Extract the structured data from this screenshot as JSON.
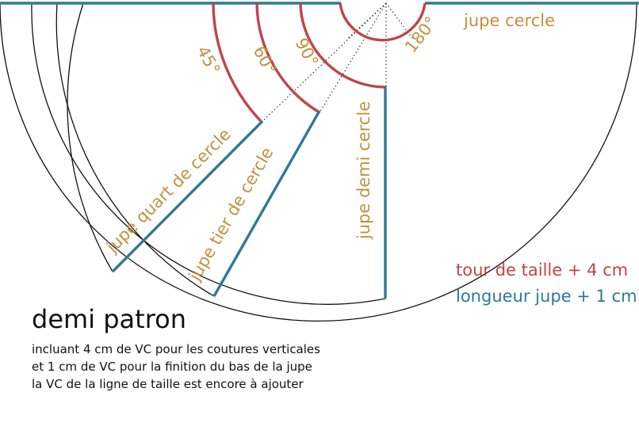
{
  "colors": {
    "waist": "#C0454A",
    "length": "#2E7A96",
    "label": "#C0913F",
    "outline": "#111111"
  },
  "labels": {
    "full_circle": "jupe cercle",
    "half_circle": "jupe demi cercle",
    "third_circle": "jupe tier de cercle",
    "quarter_circle": "jupe quart de cercle",
    "angle_180": "180°",
    "angle_90": "90°",
    "angle_60": "60°",
    "angle_45": "45°"
  },
  "legend": {
    "waist": "tour de taille + 4 cm",
    "length": "longueur jupe + 1 cm"
  },
  "title": "demi patron",
  "notes": [
    "incluant 4 cm de VC pour les coutures verticales",
    "et 1 cm de VC pour la finition du bas de la jupe",
    "la VC de la ligne de taille est encore à ajouter"
  ]
}
